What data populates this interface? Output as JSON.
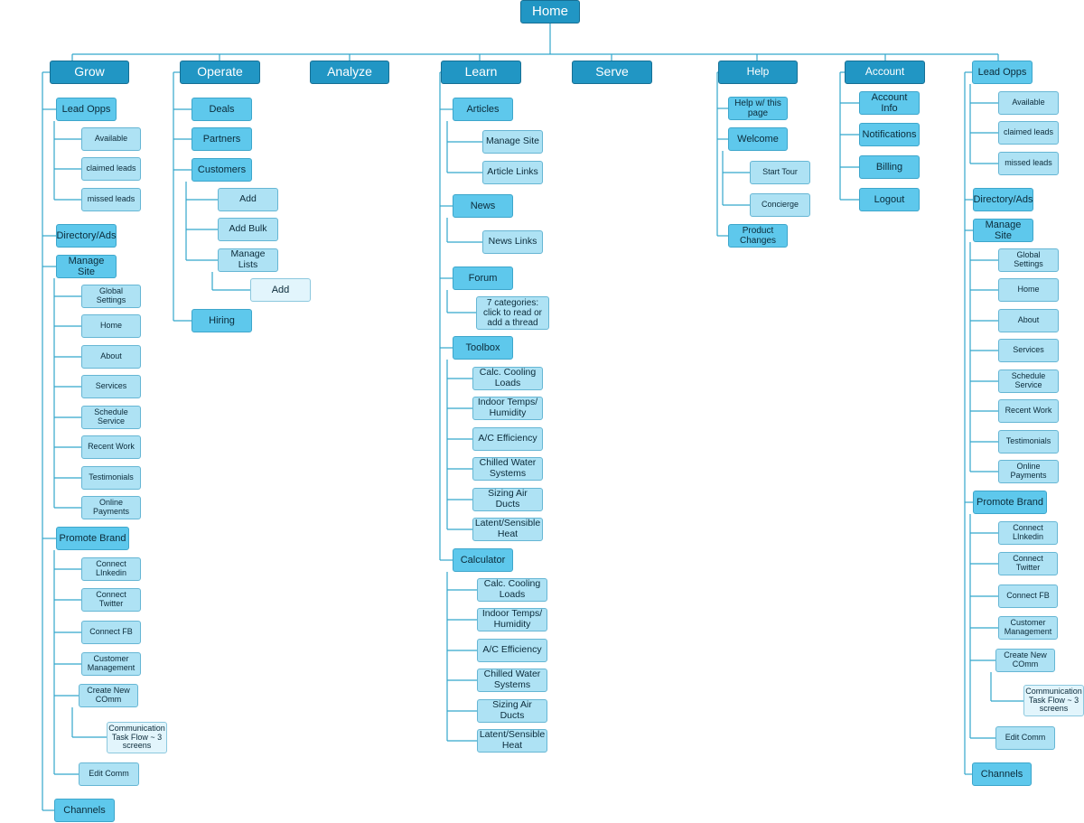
{
  "root": "Home",
  "sections": {
    "grow": {
      "label": "Grow",
      "lead_opps": "Lead Opps",
      "lead_items": [
        "Available",
        "claimed leads",
        "missed leads"
      ],
      "directory": "Directory/Ads",
      "manage_site": "Manage Site",
      "site_items": [
        "Global Settings",
        "Home",
        "About",
        "Services",
        "Schedule Service",
        "Recent Work",
        "Testimonials",
        "Online Payments"
      ],
      "promote_brand": "Promote Brand",
      "brand_items": [
        "Connect LInkedin",
        "Connect Twitter",
        "Connect FB",
        "Customer Management",
        "Create New COmm",
        "Communication Task Flow ~ 3 screens",
        "Edit Comm"
      ],
      "channels": "Channels"
    },
    "operate": {
      "label": "Operate",
      "deals": "Deals",
      "partners": "Partners",
      "customers": "Customers",
      "customer_items": [
        "Add",
        "Add Bulk",
        "Manage Lists",
        "Add"
      ],
      "hiring": "Hiring"
    },
    "analyze": {
      "label": "Analyze"
    },
    "learn": {
      "label": "Learn",
      "articles": "Articles",
      "article_items": [
        "Manage Site",
        "Article Links"
      ],
      "news": "News",
      "news_items": [
        "News Links"
      ],
      "forum": "Forum",
      "forum_items": [
        "7 categories: click to read or add a thread"
      ],
      "toolbox": "Toolbox",
      "toolbox_items": [
        "Calc. Cooling Loads",
        "Indoor Temps/ Humidity",
        "A/C Efficiency",
        "Chilled Water Systems",
        "Sizing Air Ducts",
        "Latent/Sensible Heat"
      ],
      "calculator": "Calculator",
      "calculator_items": [
        "Calc. Cooling Loads",
        "Indoor Temps/ Humidity",
        "A/C Efficiency",
        "Chilled Water Systems",
        "Sizing Air Ducts",
        "Latent/Sensible Heat"
      ]
    },
    "serve": {
      "label": "Serve"
    },
    "help": {
      "label": "Help",
      "help_page": "Help w/ this page",
      "welcome": "Welcome",
      "welcome_items": [
        "Start Tour",
        "Concierge"
      ],
      "product_changes": "Product Changes"
    },
    "account": {
      "label": "Account",
      "items": [
        "Account Info",
        "Notifications",
        "Billing",
        "Logout"
      ]
    },
    "right": {
      "lead_opps": "Lead Opps",
      "lead_items": [
        "Available",
        "claimed leads",
        "missed leads"
      ],
      "directory": "Directory/Ads",
      "manage_site": "Manage Site",
      "site_items": [
        "Global Settings",
        "Home",
        "About",
        "Services",
        "Schedule Service",
        "Recent Work",
        "Testimonials",
        "Online Payments"
      ],
      "promote_brand": "Promote Brand",
      "brand_items": [
        "Connect LInkedin",
        "Connect Twitter",
        "Connect FB",
        "Customer Management",
        "Create New COmm",
        "Communication Task Flow ~ 3 screens",
        "Edit Comm"
      ],
      "channels": "Channels"
    }
  },
  "colors": {
    "top_level": "#2196c4",
    "second_level": "#5ec8ec",
    "third_level": "#aee2f4",
    "fourth_level": "#e2f5fc",
    "connector": "#33a6cc"
  }
}
